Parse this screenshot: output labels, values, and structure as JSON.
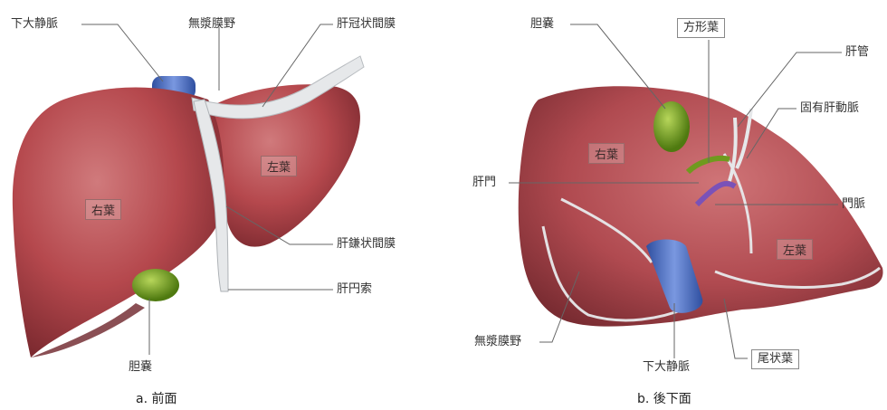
{
  "panel_a": {
    "caption": "a. 前面",
    "labels": {
      "ivc": "下大静脈",
      "bare_area": "無漿膜野",
      "coronary_ligament": "肝冠状間膜",
      "right_lobe": "右葉",
      "left_lobe": "左葉",
      "falciform_ligament": "肝鎌状間膜",
      "round_ligament": "肝円索",
      "gallbladder": "胆嚢"
    }
  },
  "panel_b": {
    "caption": "b. 後下面",
    "labels": {
      "gallbladder": "胆嚢",
      "quadrate_lobe": "方形葉",
      "hepatic_duct": "肝管",
      "proper_hepatic_artery": "固有肝動脈",
      "right_lobe": "右葉",
      "porta_hepatis": "肝門",
      "portal_vein": "門脈",
      "left_lobe": "左葉",
      "bare_area": "無漿膜野",
      "ivc": "下大静脈",
      "caudate_lobe": "尾状葉"
    }
  },
  "colors": {
    "liver": "#b5484d",
    "liver_dark": "#7d2a30",
    "gallbladder": "#6f9a1e",
    "vein": "#4a6fc4",
    "ligament": "#e6e8ea",
    "leader": "#666666"
  }
}
